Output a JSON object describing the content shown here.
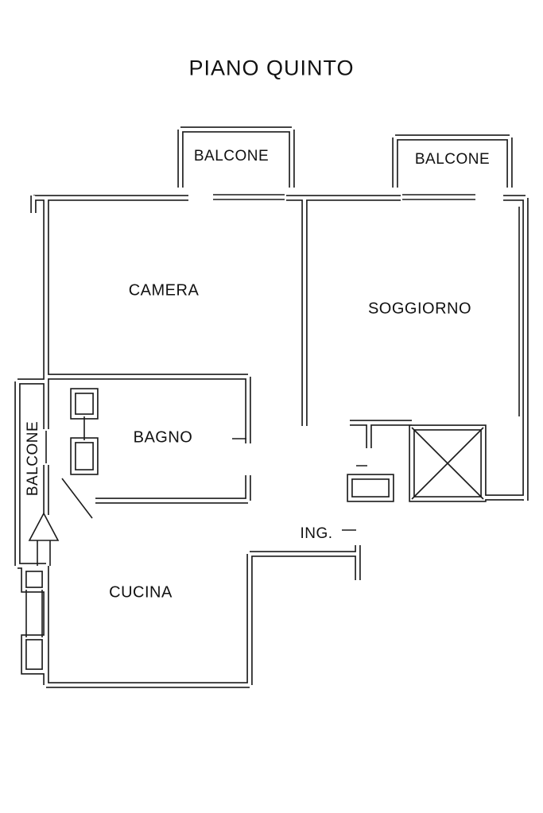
{
  "title": "PIANO QUINTO",
  "labels": {
    "balcone_top_left": "BALCONE",
    "balcone_top_right": "BALCONE",
    "camera": "CAMERA",
    "soggiorno": "SOGGIORNO",
    "bagno": "BAGNO",
    "balcone_left": "BALCONE",
    "ingresso": "ING.",
    "cucina": "CUCINA"
  },
  "colors": {
    "wall": "#1c1c1c",
    "background": "#ffffff",
    "text": "#111111"
  }
}
